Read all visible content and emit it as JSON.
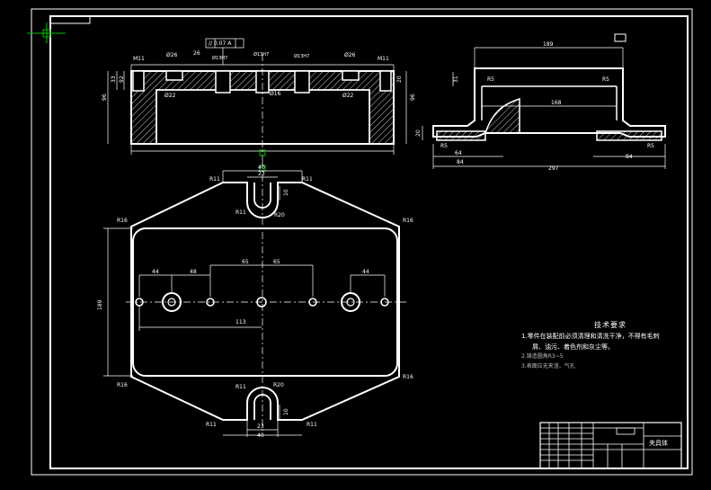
{
  "dimensions": {
    "top_total_width": "189",
    "side_height_96": "96",
    "side_height_33": "33",
    "small_92": "92",
    "right_20": "20",
    "right_96": "96",
    "m11_left": "M11",
    "m11_right": "M11",
    "d26_left": "Ø26",
    "d26_mid": "26",
    "d26_right": "Ø26",
    "thread_1": "Ø13H7",
    "thread_2": "Ø13H7",
    "thread_3": "Ø13H7",
    "d22_left": "Ø22",
    "d16": "Ø16",
    "d22_right": "Ø22",
    "tolerance_frame": "// 0.07 A",
    "side_width": "189",
    "side_168": "168",
    "side_297": "297",
    "side_84_left": "84",
    "side_64": "64",
    "side_84_right": "84",
    "side_r5_left": "R5",
    "side_r5_right": "R5",
    "side_r5_bl": "R5",
    "side_r5_br": "R5",
    "side_31": "31",
    "side_20": "20",
    "plan_r11_tl": "R11",
    "plan_r11_tr": "R11",
    "plan_r11_ml": "R11",
    "plan_r20_top": "R20",
    "plan_r16_tl": "R16",
    "plan_r16_tr": "R16",
    "plan_r16_bl": "R16",
    "plan_r16_br": "R16",
    "plan_r11_bm": "R11",
    "plan_r20_bot": "R20",
    "plan_r11_bl": "R11",
    "plan_r11_br": "R11",
    "plan_23_top": "23",
    "plan_40_top": "40",
    "plan_10_top": "10",
    "plan_23_bot": "23",
    "plan_40_bot": "40",
    "plan_10_bot": "10",
    "plan_189": "189",
    "plan_44_left": "44",
    "plan_48": "48",
    "plan_65_left": "65",
    "plan_65_right": "65",
    "plan_44_right": "44",
    "plan_113": "113"
  },
  "notes": {
    "title": "技术要求",
    "line1": "1.零件在装配前必须清理和清洗干净，不得有毛刺",
    "line1b": "屑、油污、着色剂和灰尘等。",
    "line2": "2.铸造圆角R3~5",
    "line3": "3.表面应无夹渣、气孔"
  },
  "title_block": {
    "part_name": "夹具体"
  },
  "colors": {
    "background": "#000000",
    "lines": "#ffffff",
    "center_lines": "#ffffff",
    "marker": "#00c000",
    "cursor": "#00c000"
  }
}
